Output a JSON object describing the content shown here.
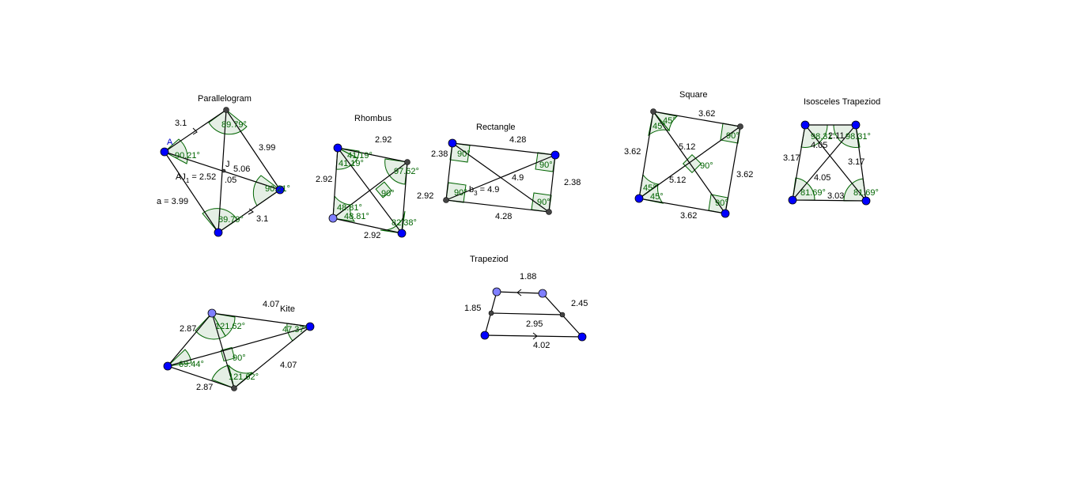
{
  "figures": {
    "parallelogram": {
      "title": "Parallelogram",
      "vertex_label": "A",
      "center_label": "J",
      "info_aj": "AJ",
      "info_aj_sub": "1",
      "info_aj_val": " = 2.52",
      "info_a": "a = 3.99",
      "diag_part": "5.06",
      "diag_part2": ".05",
      "sides": [
        "3.1",
        "3.99",
        "3.1"
      ],
      "angles": [
        "89.79°",
        "90.21°",
        "90.21°",
        "89.79°"
      ]
    },
    "rhombus": {
      "title": "Rhombus",
      "sides": [
        "2.92",
        "2.92",
        "2.92"
      ],
      "angles": [
        "41.19°",
        "41.19°",
        "97.62°",
        "90°",
        "48.81°",
        "48.81°",
        "82.38°"
      ]
    },
    "rectangle": {
      "title": "Rectangle",
      "sides": [
        "4.28",
        "2.38",
        "2.38",
        "4.28",
        "2.92"
      ],
      "diag": "4.9",
      "info_b": "b",
      "info_b_sub": "3",
      "info_b_val": " = 4.9",
      "angles": [
        "90°",
        "90°",
        "90°",
        "90°"
      ]
    },
    "square": {
      "title": "Square",
      "sides": [
        "3.62",
        "3.62",
        "3.62",
        "3.62"
      ],
      "diags": [
        "5.12",
        "5.12"
      ],
      "angles": [
        "45°",
        "45°",
        "90°",
        "90°",
        "45°",
        "45°",
        "90°"
      ]
    },
    "isosceles_trapezoid": {
      "title": "Isosceles Trapeziod",
      "sides": [
        "3.17",
        "3.17",
        "2.11",
        "3.03"
      ],
      "diags": [
        "4.05",
        "4.05"
      ],
      "angles": [
        "98.31°",
        "98.31°",
        "81.69°",
        "81.69°"
      ]
    },
    "kite": {
      "title": "Kite",
      "sides": [
        "2.87",
        "4.07",
        "4.07",
        "2.87"
      ],
      "angles": [
        "121.62°",
        "47.37°",
        "69.44°",
        "90°",
        "121.62°"
      ]
    },
    "trapezoid": {
      "title": "Trapeziod",
      "sides": [
        "1.88",
        "1.85",
        "2.45",
        "2.95",
        "4.02"
      ]
    }
  }
}
